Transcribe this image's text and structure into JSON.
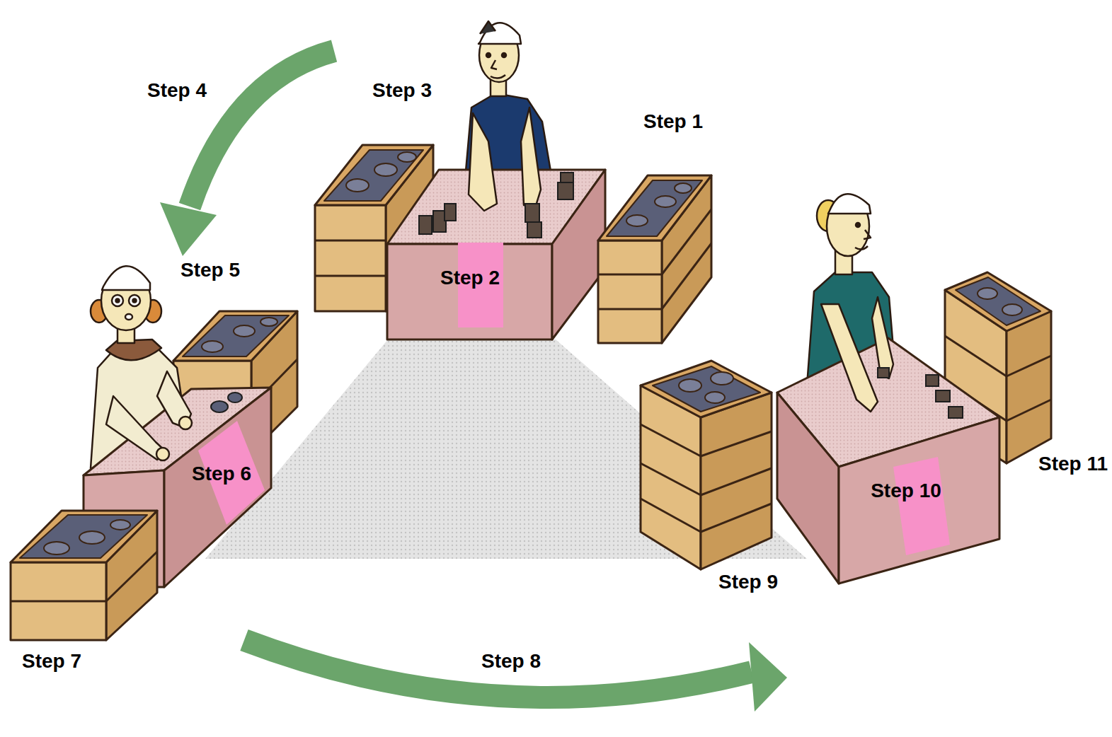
{
  "diagram": {
    "nodes": [
      {
        "text": [
          "Step 2"
        ]
      },
      {
        "text": [
          "Step 6"
        ]
      },
      {
        "text": [
          "Step 10"
        ]
      }
    ],
    "labels": [
      "Step 1",
      "Step 3",
      "Step 4",
      "Step 5",
      "Step 7",
      "Step 8",
      "Step 9",
      "Step 11"
    ]
  }
}
